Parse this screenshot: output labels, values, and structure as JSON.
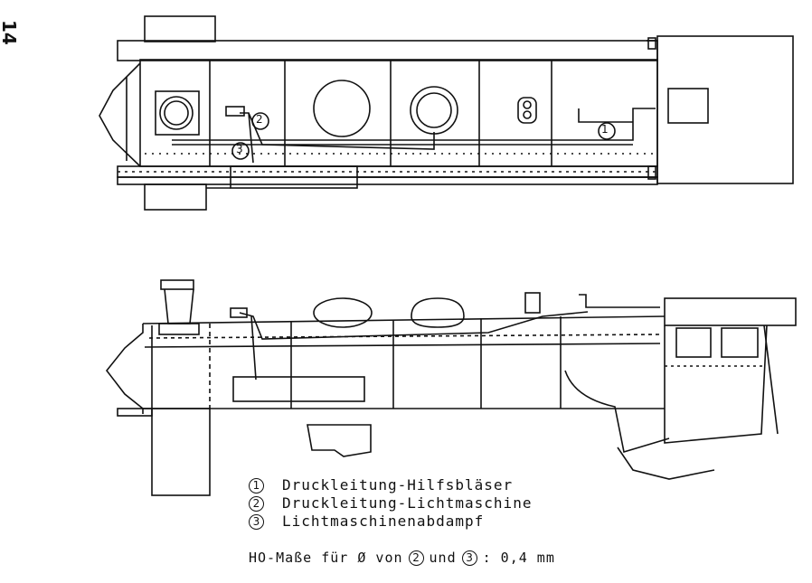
{
  "page_number": "14",
  "callouts": [
    "1",
    "2",
    "3"
  ],
  "legend": [
    {
      "num": "1",
      "text": "Druckleitung-Hilfsbläser"
    },
    {
      "num": "2",
      "text": "Druckleitung-Lichtmaschine"
    },
    {
      "num": "3",
      "text": "Lichtmaschinenabdampf"
    }
  ],
  "note": {
    "prefix": "HO-Maße für Ø von",
    "num_a": "2",
    "conj": "und",
    "num_b": "3",
    "suffix": ": 0,4 mm"
  }
}
